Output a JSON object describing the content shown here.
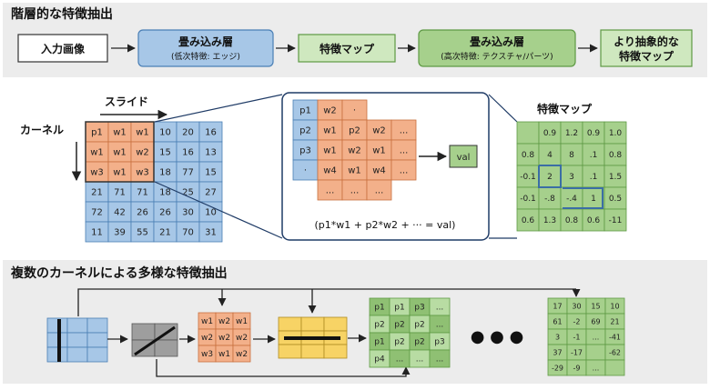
{
  "section1": {
    "title": "階層的な特徴抽出",
    "stages": [
      {
        "label": "入力画像",
        "sub": ""
      },
      {
        "label": "畳み込み層",
        "sub": "(低次特徴: エッジ)"
      },
      {
        "label": "特徴マップ",
        "sub": ""
      },
      {
        "label": "畳み込み層",
        "sub": "(高次特徴: テクスチャ/パーツ)"
      },
      {
        "label": "より抽象的な",
        "sub": "特徴マップ"
      }
    ]
  },
  "section2": {
    "slide_label": "スライド",
    "kernel_label": "カーネル",
    "input_grid": [
      [
        "p1",
        "w1",
        "w1",
        "10",
        "20",
        "16"
      ],
      [
        "w1",
        "w1",
        "w2",
        "15",
        "16",
        "13"
      ],
      [
        "w3",
        "w1",
        "w3",
        "18",
        "77",
        "15"
      ],
      [
        "21",
        "71",
        "71",
        "18",
        "25",
        "27"
      ],
      [
        "72",
        "42",
        "26",
        "26",
        "30",
        "10"
      ],
      [
        "11",
        "39",
        "55",
        "21",
        "70",
        "31"
      ]
    ],
    "zoom_grid": [
      [
        "p1",
        "w2",
        "·"
      ],
      [
        "p2",
        "w1",
        "p2",
        "w2",
        "..."
      ],
      [
        "p3",
        "w1",
        "w2",
        "w1",
        "..."
      ],
      [
        "·",
        "w4",
        "w1",
        "w4",
        "..."
      ],
      [
        "...",
        "...",
        "..."
      ]
    ],
    "val_label": "val",
    "formula": "(p1*w1 + p2*w2 + ··· = val)",
    "feature_map_title": "特徴マップ",
    "feature_grid": [
      [
        "",
        "0.9",
        "1.2",
        "0.9",
        "1.0"
      ],
      [
        "0.8",
        "4",
        "8",
        ".1",
        "0.8"
      ],
      [
        "-0.1",
        "2",
        "3",
        ".1",
        "1.5"
      ],
      [
        "-0.1",
        "-.8",
        "-.4",
        "1",
        "0.5"
      ],
      [
        "0.6",
        "1.3",
        "0.8",
        "0.6",
        "-11"
      ]
    ]
  },
  "section3": {
    "title": "複数のカーネルによる多様な特徴抽出",
    "kernel_grid": [
      [
        "w1",
        "w2",
        "w1"
      ],
      [
        "w2",
        "w2",
        "w2"
      ],
      [
        "w3",
        "w1",
        "w2"
      ]
    ],
    "patch_grid": [
      [
        "p1",
        "p1",
        "p3",
        "..."
      ],
      [
        "p2",
        "p2",
        "p2",
        "..."
      ],
      [
        "p1",
        "p2",
        "p2",
        "p3"
      ],
      [
        "p4",
        "...",
        "...",
        "..."
      ]
    ],
    "ellipsis": "● ● ●",
    "output_grid": [
      [
        "17",
        "30",
        "15",
        "10"
      ],
      [
        "61",
        "-2",
        "69",
        "21"
      ],
      [
        "3",
        "-1",
        "...",
        "-41"
      ],
      [
        "37",
        "-17",
        "",
        "-62"
      ],
      [
        "-29",
        "-9",
        "...",
        ""
      ]
    ]
  },
  "colors": {
    "blue": "#a7c7e7",
    "blue_stroke": "#4a7fb5",
    "orange": "#f3b08a",
    "orange_stroke": "#c8703e",
    "green": "#a6d08c",
    "green_stroke": "#5e9a44",
    "yellow": "#f7d365",
    "gray": "#9e9e9e"
  }
}
